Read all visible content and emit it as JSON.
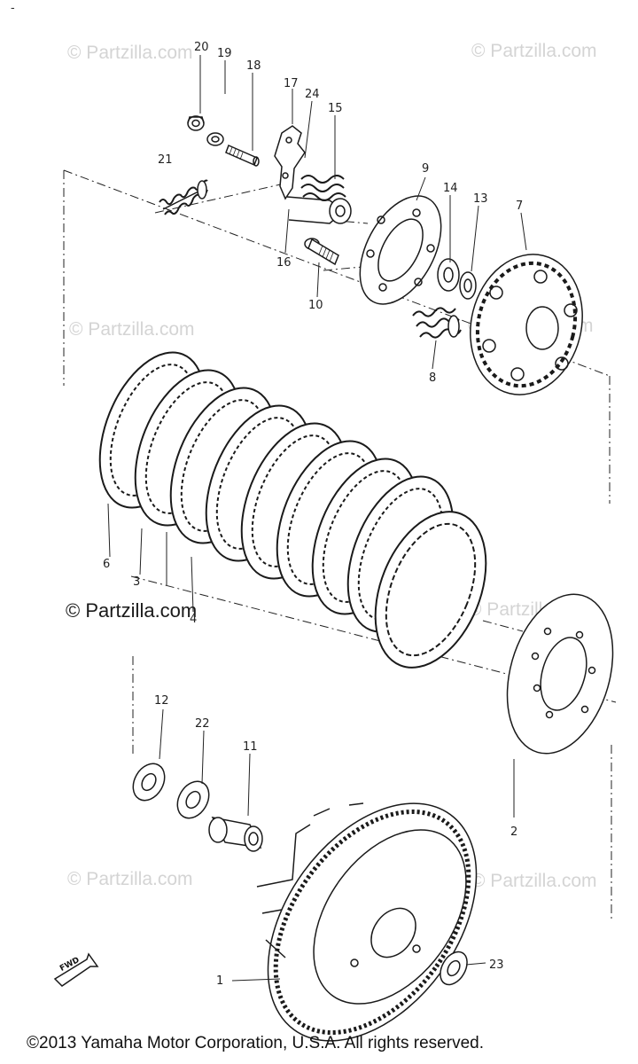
{
  "watermark": "© Partzilla.com",
  "copyright": "©2013 Yamaha Motor Corporation, U.S.A. All rights reserved.",
  "direction_label": "FWD",
  "callouts": {
    "c1": "1",
    "c2": "2",
    "c3": "3",
    "c4": "4",
    "c6": "6",
    "c7": "7",
    "c8": "8",
    "c9": "9",
    "c10": "10",
    "c11": "11",
    "c12": "12",
    "c13": "13",
    "c14": "14",
    "c15": "15",
    "c16": "16",
    "c17": "17",
    "c18": "18",
    "c19": "19",
    "c20": "20",
    "c21": "21",
    "c22": "22",
    "c23": "23",
    "c24": "24"
  },
  "stray_mark": "-"
}
